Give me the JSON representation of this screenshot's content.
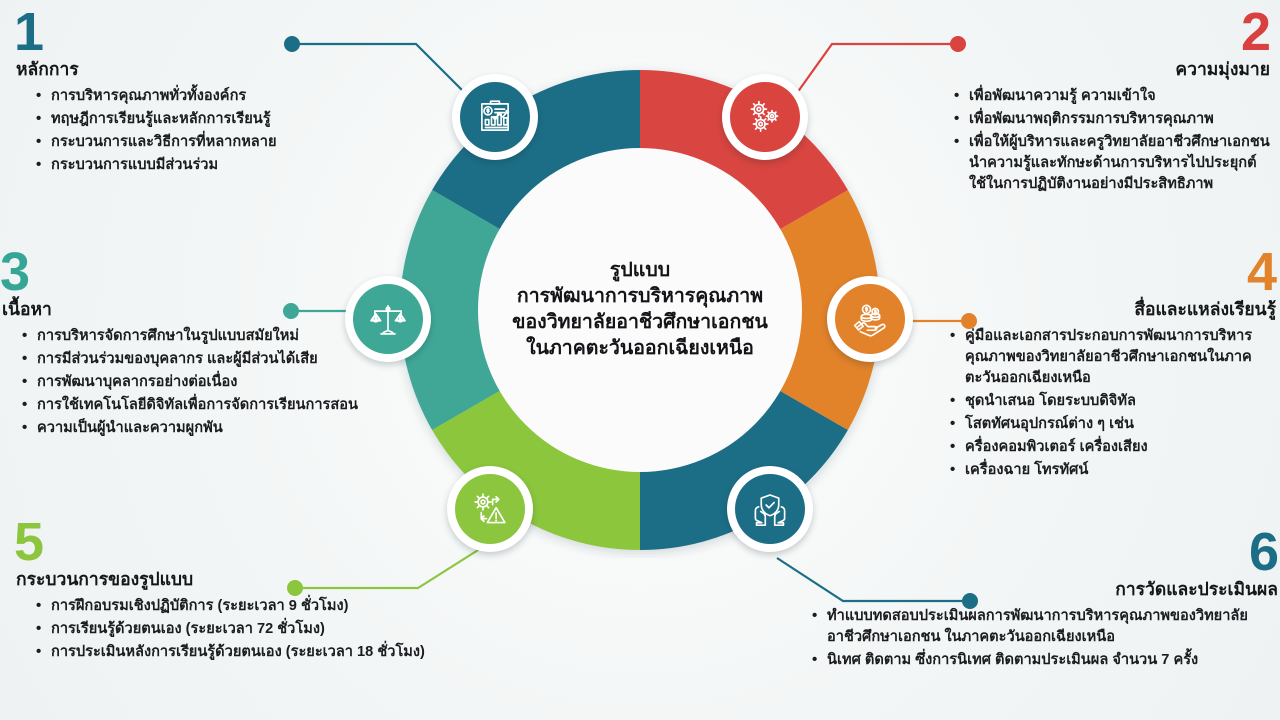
{
  "center": {
    "lines": [
      "รูปแบบ",
      "การพัฒนาการบริหารคุณภาพ",
      "ของวิทยาลัยอาชีวศึกษาเอกชน",
      "ในภาคตะวันออกเฉียงเหนือ"
    ]
  },
  "colors": {
    "teal_dark": "#1c6e86",
    "red": "#d9443f",
    "green_teal": "#3fa796",
    "orange": "#e2832c",
    "green_light": "#8cc63e",
    "background": "#f4f7f7",
    "text": "#15161a"
  },
  "sections": [
    {
      "number": "1",
      "title": "หลักการ",
      "color": "#1c6e86",
      "icon": "clipboard-chart-dollar-icon",
      "items": [
        "การบริหารคุณภาพทั่วทั้งองค์กร",
        "ทฤษฎีการเรียนรู้และหลักการเรียนรู้",
        "กระบวนการและวิธีการที่หลากหลาย",
        "กระบวนการแบบมีส่วนร่วม"
      ]
    },
    {
      "number": "2",
      "title": "ความมุ่งมาย",
      "color": "#d9443f",
      "icon": "gears-icon",
      "items": [
        "เพื่อพัฒนาความรู้ ความเข้าใจ",
        "เพื่อพัฒนาพฤติกรรมการบริหารคุณภาพ",
        "เพื่อให้ผู้บริหารและครูวิทยาลัยอาชีวศึกษาเอกชน นำความรู้และทักษะด้านการบริหารไปประยุกต์ใช้ในการปฏิบัติงานอย่างมีประสิทธิภาพ"
      ]
    },
    {
      "number": "3",
      "title": "เนื้อหา",
      "color": "#3fa796",
      "icon": "balance-scale-icon",
      "items": [
        "การบริหารจัดการศึกษาในรูปแบบสมัยใหม่",
        "การมีส่วนร่วมของบุคลากร และผู้มีส่วนได้เสีย",
        "การพัฒนาบุคลากรอย่างต่อเนื่อง",
        "การใช้เทคโนโลยีดิจิทัลเพื่อการจัดการเรียนการสอน",
        "ความเป็นผู้นำและความผูกพัน"
      ]
    },
    {
      "number": "4",
      "title": "สื่อและแหล่งเรียนรู้",
      "color": "#e2832c",
      "icon": "hand-coins-icon",
      "items": [
        "คู่มือและเอกสารประกอบการพัฒนาการบริหารคุณภาพของวิทยาลัยอาชีวศึกษาเอกชนในภาคตะวันออกเฉียงเหนือ",
        "ชุดนำเสนอ โดยระบบดิจิทัล",
        "โสตทัศนอุปกรณ์ต่าง ๆ เช่น",
        " ครื่องคอมพิวเตอร์ เครื่องเสียง",
        " เครื่องฉาย โทรทัศน์"
      ]
    },
    {
      "number": "5",
      "title": "กระบวนการของรูปแบบ",
      "color": "#8cc63e",
      "icon": "gear-warning-process-icon",
      "items": [
        "การฝึกอบรมเชิงปฏิบัติการ (ระยะเวลา 9 ชั่วโมง)",
        "การเรียนรู้ด้วยตนเอง (ระยะเวลา 72 ชั่วโมง)",
        "การประเมินหลังการเรียนรู้ด้วยตนเอง (ระยะเวลา 18 ชั่วโมง)"
      ]
    },
    {
      "number": "6",
      "title": "การวัดและประเมินผล",
      "color": "#1c6e86",
      "icon": "shield-hands-icon",
      "items": [
        "ทำแบบทดสอบประเมินผลการพัฒนาการบริหารคุณภาพของวิทยาลัยอาชีวศึกษาเอกชน ในภาคตะวันออกเฉียงเหนือ",
        "นิเทศ ติดตาม ซึ่งการนิเทศ ติดตามประเมินผล จำนวน 7 ครั้ง"
      ]
    }
  ],
  "chart_data": {
    "type": "pie",
    "title": "รูปแบบการพัฒนาการบริหารคุณภาพของวิทยาลัยอาชีวศึกษาเอกชนในภาคตะวันออกเฉียงเหนือ",
    "categories": [
      "หลักการ",
      "ความมุ่งมาย",
      "สื่อและแหล่งเรียนรู้",
      "การวัดและประเมินผล",
      "กระบวนการของรูปแบบ",
      "เนื้อหา"
    ],
    "values": [
      60,
      60,
      60,
      60,
      60,
      60
    ],
    "colors": [
      "#1c6e86",
      "#d9443f",
      "#e2832c",
      "#1c6e86",
      "#8cc63e",
      "#3fa796"
    ],
    "legend_position": "none",
    "grid": false
  }
}
